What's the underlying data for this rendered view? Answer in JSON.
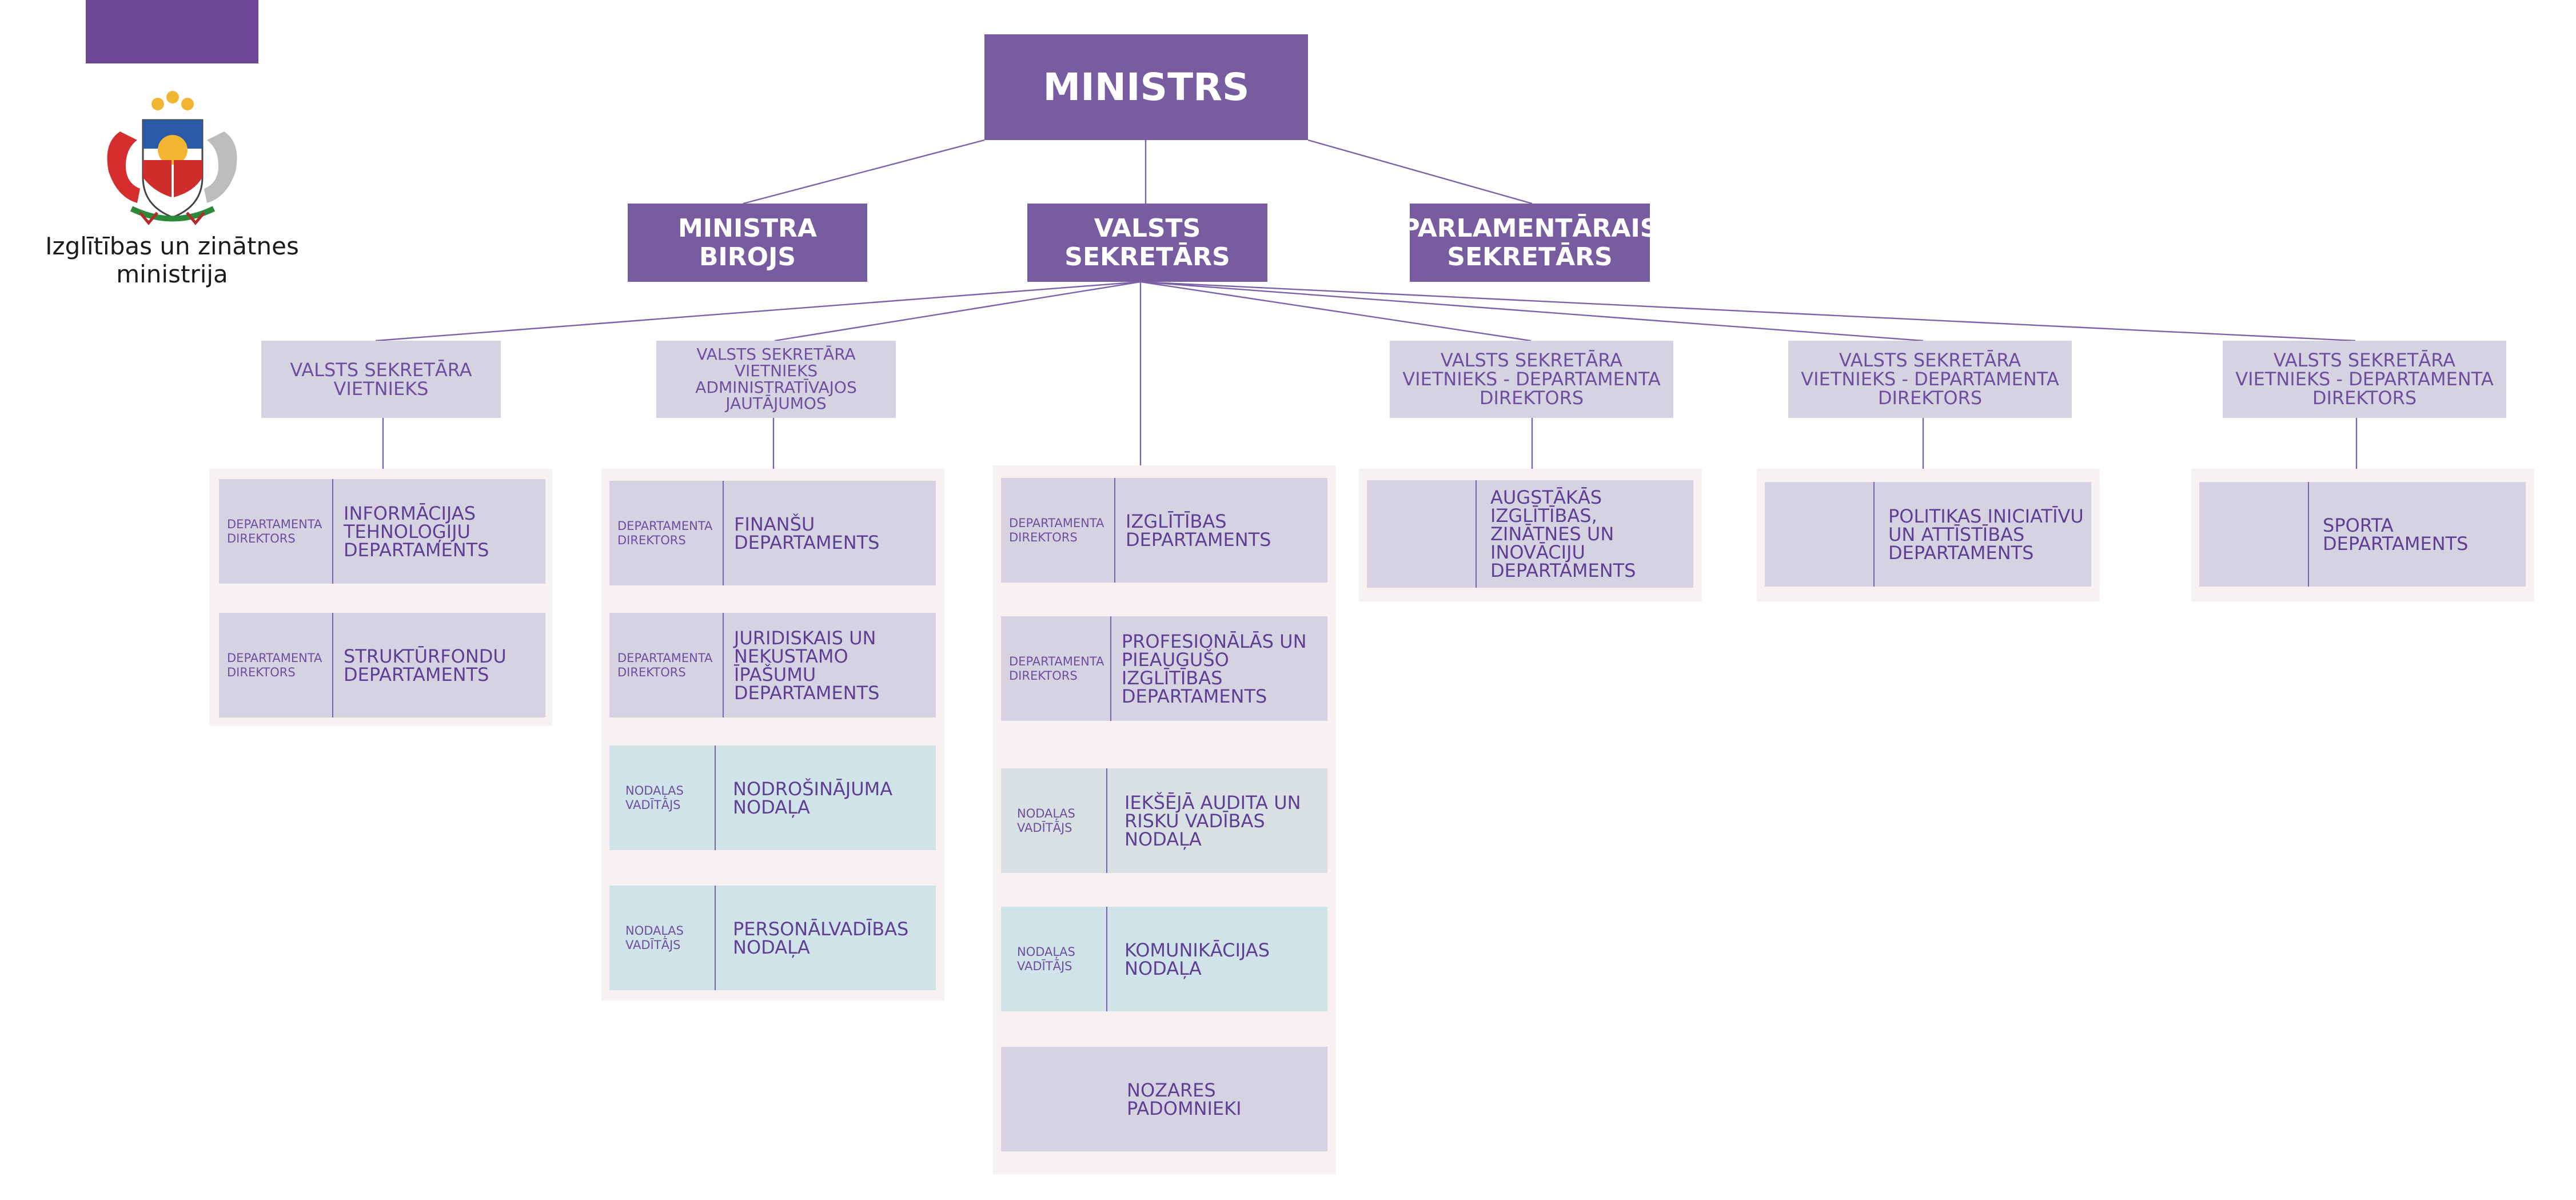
{
  "ministry": {
    "name": "Izglītības un zinātnes\nministrija"
  },
  "colors": {
    "primary": "#775da0",
    "deputy_fill": "#d5d2e2",
    "department_fill": "#d5d2e2",
    "unit_fill": "#cfe3e9",
    "group_background": "#f8f1f1",
    "connector": "#7b62a8",
    "text": "#5e3f93"
  },
  "top": {
    "minister": "MINISTRS",
    "ministers_office": "MINISTRA\nBIROJS",
    "state_secretary": "VALSTS\nSEKRETĀRS",
    "parliamentary_secretary": "PARLAMENTĀRAIS\nSEKRETĀRS"
  },
  "deputies": [
    "VALSTS SEKRETĀRA\nVIETNIEKS",
    "VALSTS SEKRETĀRA\nVIETNIEKS\nADMINISTRATĪVAJOS\nJAUTĀJUMOS",
    "VALSTS SEKRETĀRA\nVIETNIEKS - DEPARTAMENTA\nDIREKTORS",
    "VALSTS SEKRETĀRA\nVIETNIEKS - DEPARTAMENTA\nDIREKTORS",
    "VALSTS SEKRETĀRA\nVIETNIEKS - DEPARTAMENTA\nDIREKTORS"
  ],
  "groups": [
    {
      "units": [
        {
          "role": "DEPARTAMENTA\nDIREKTORS",
          "name": "INFORMĀCIJAS\nTEHNOLOĢIJU\nDEPARTAMENTS"
        },
        {
          "role": "DEPARTAMENTA\nDIREKTORS",
          "name": "STRUKTŪRFONDU\nDEPARTAMENTS"
        }
      ]
    },
    {
      "units": [
        {
          "role": "DEPARTAMENTA\nDIREKTORS",
          "name": "FINANŠU\nDEPARTAMENTS"
        },
        {
          "role": "DEPARTAMENTA\nDIREKTORS",
          "name": "JURIDISKAIS UN\nNEKUSTAMO ĪPAŠUMU\nDEPARTAMENTS"
        },
        {
          "role": "NODAĻAS\nVADĪTĀJS",
          "name": "NODROŠINĀJUMA\nNODAĻA"
        },
        {
          "role": "NODAĻAS\nVADĪTĀJS",
          "name": "PERSONĀLVADĪBAS\nNODAĻA"
        }
      ]
    },
    {
      "units": [
        {
          "role": "DEPARTAMENTA\nDIREKTORS",
          "name": "IZGLĪTĪBAS\nDEPARTAMENTS"
        },
        {
          "role": "DEPARTAMENTA\nDIREKTORS",
          "name": "PROFESIONĀLĀS UN\nPIEAUGUŠO IZGLĪTĪBAS\nDEPARTAMENTS"
        },
        {
          "role": "NODAĻAS\nVADĪTĀJS",
          "name": "IEKŠĒJĀ AUDITA UN\nRISKU VADĪBAS\nNODAĻA"
        },
        {
          "role": "NODAĻAS\nVADĪTĀJS",
          "name": "KOMUNIKĀCIJAS\nNODAĻA"
        },
        {
          "role": "",
          "name": "NOZARES\nPADOMNIEKI"
        }
      ]
    },
    {
      "units": [
        {
          "role": "",
          "name": "AUGSTĀKĀS\nIZGLĪTĪBAS,\nZINĀTNES UN\nINOVĀCIJU\nDEPARTAMENTS"
        }
      ]
    },
    {
      "units": [
        {
          "role": "",
          "name": "POLITIKAS INICIATĪVU\nUN ATTĪSTĪBAS\nDEPARTAMENTS"
        }
      ]
    },
    {
      "units": [
        {
          "role": "",
          "name": "SPORTA\nDEPARTAMENTS"
        }
      ]
    }
  ]
}
